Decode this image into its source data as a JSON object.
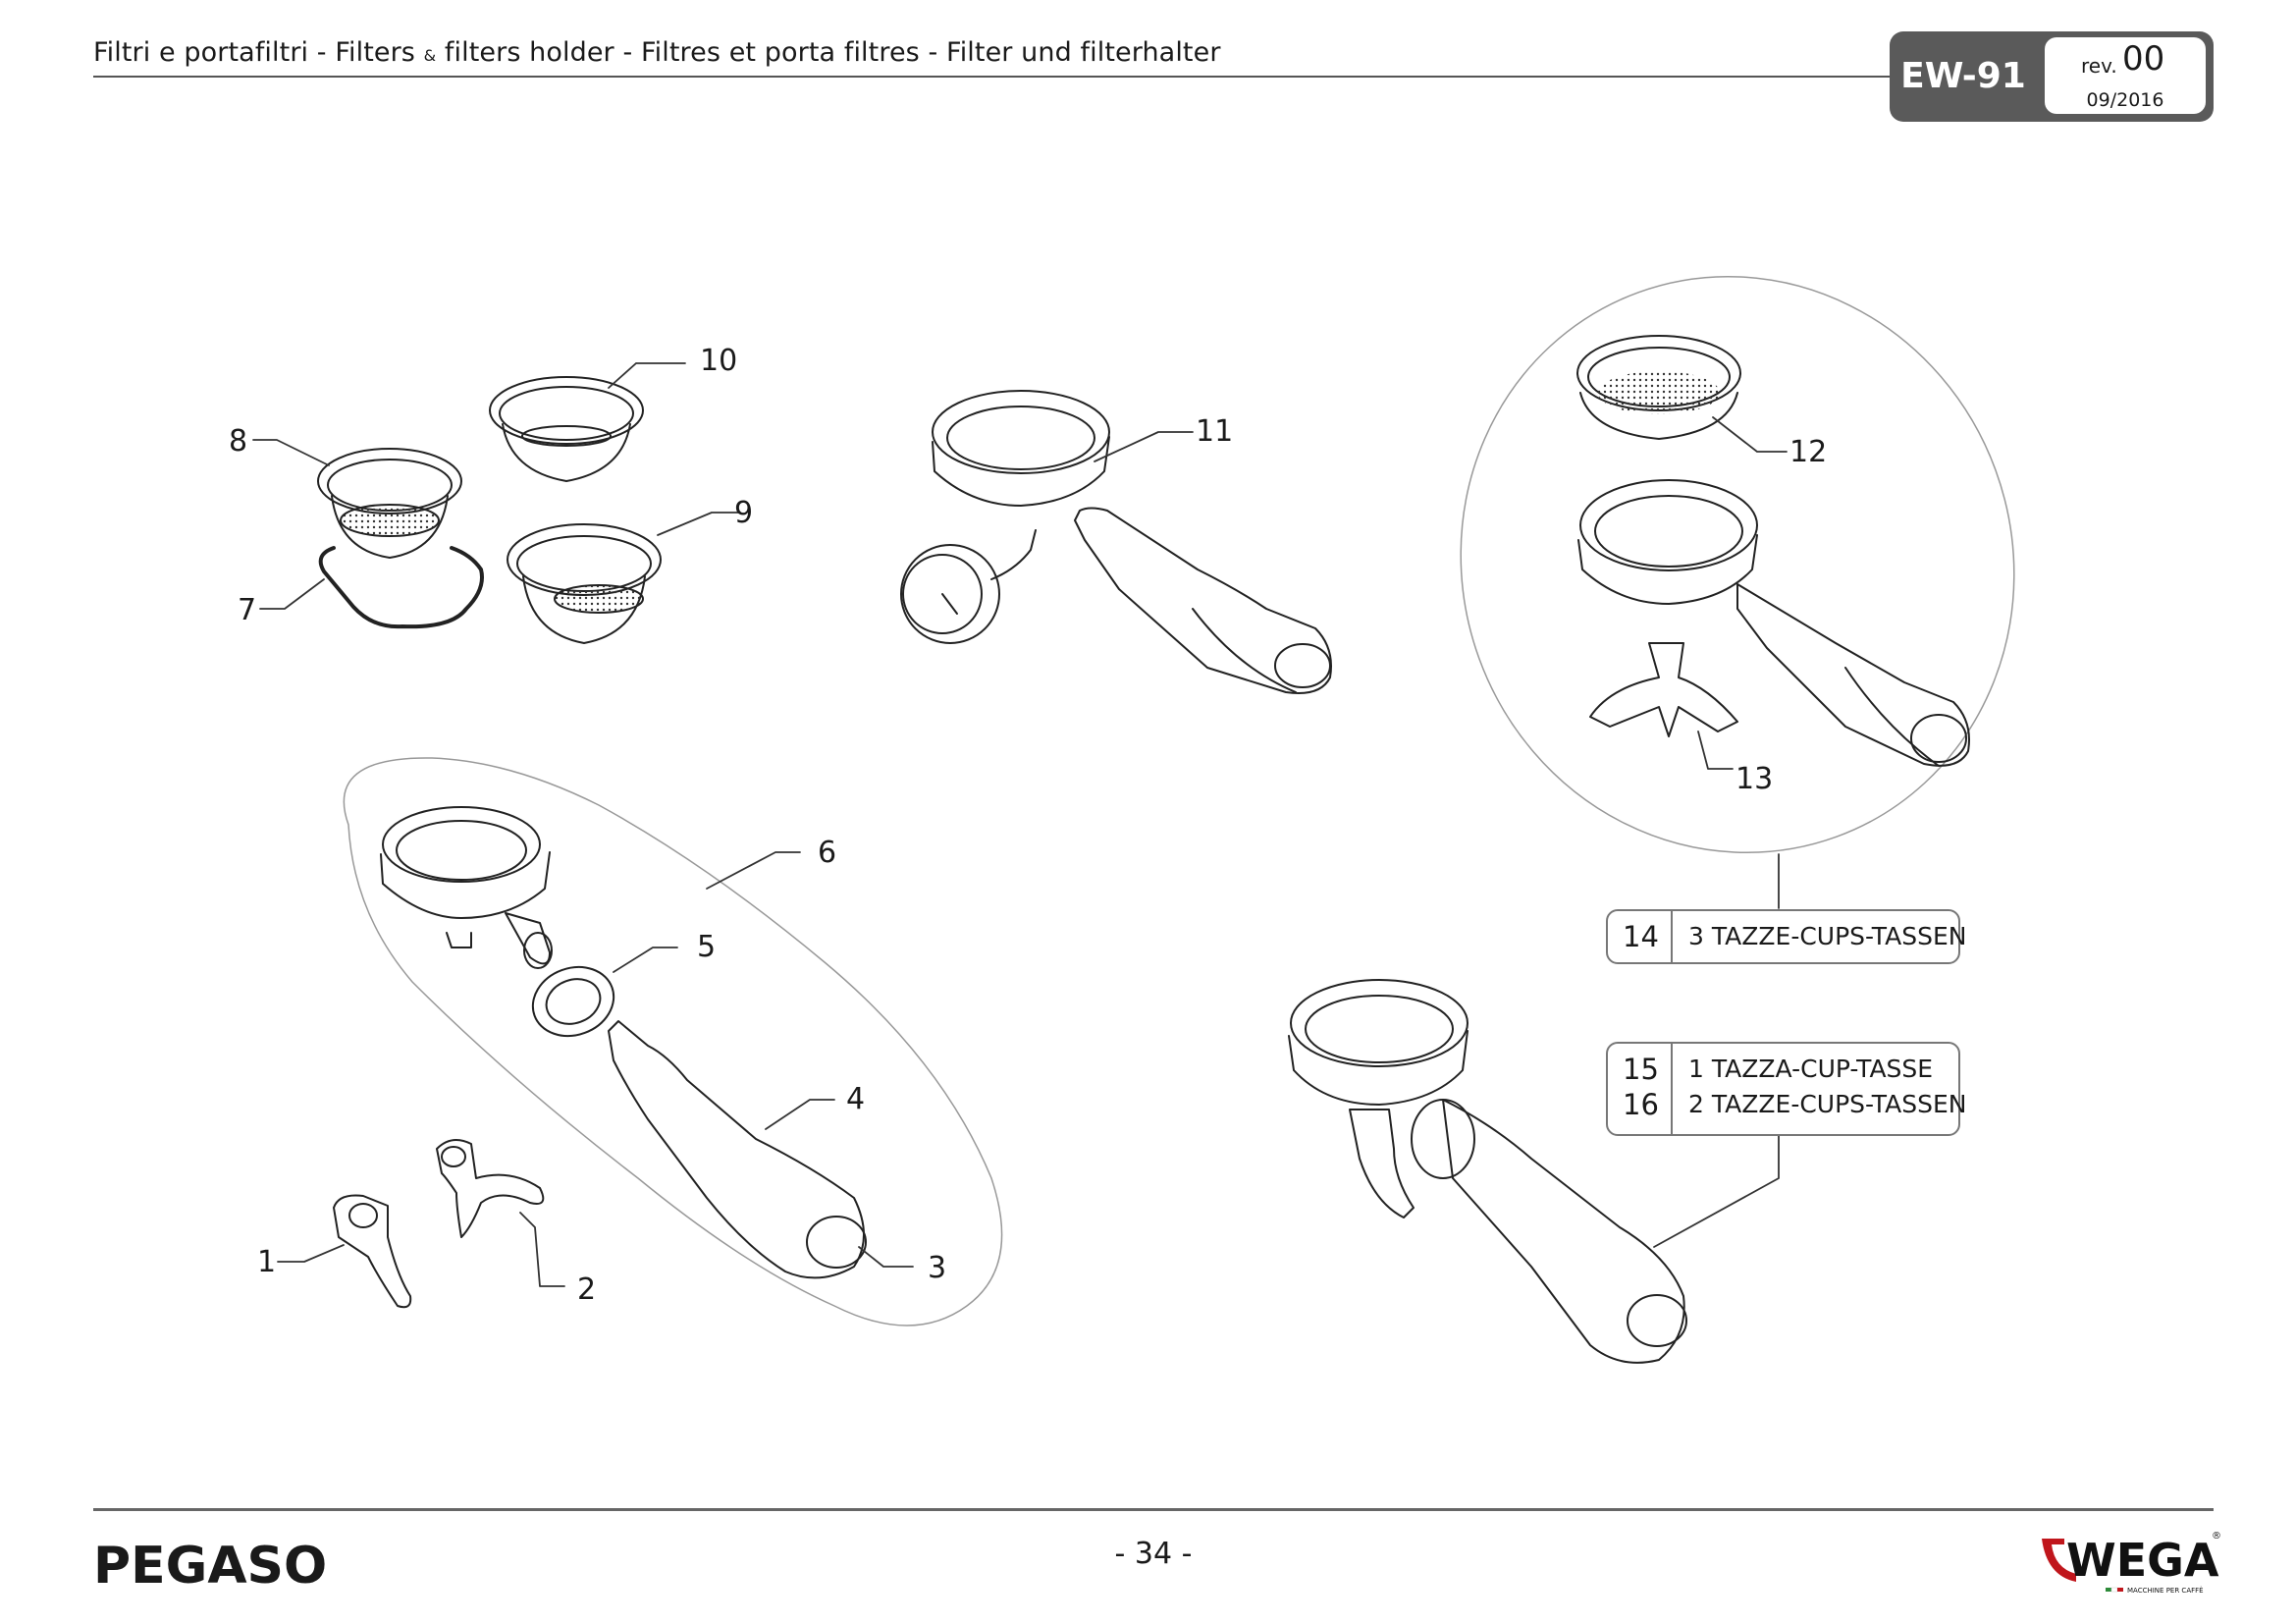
{
  "header": {
    "title_part1": "Filtri e portafiltri  -  Filters",
    "title_amp": "&",
    "title_part2": "filters holder  -   Filtres et porta filtres  -  Filter und filterhalter",
    "code": "EW-91",
    "rev_prefix": "rev.",
    "rev_number": "00",
    "rev_date": "09/2016"
  },
  "callouts": [
    "1",
    "2",
    "3",
    "4",
    "5",
    "6",
    "7",
    "8",
    "9",
    "10",
    "11",
    "12",
    "13"
  ],
  "variants": [
    {
      "numbers": [
        "14"
      ],
      "labels": [
        "3 TAZZE-CUPS-TASSEN"
      ]
    },
    {
      "numbers": [
        "15",
        "16"
      ],
      "labels": [
        "1 TAZZA-CUP-TASSE",
        "2 TAZZE-CUPS-TASSEN"
      ]
    }
  ],
  "footer": {
    "model": "PEGASO",
    "page_number": "- 34 -",
    "brand": "WEGA",
    "brand_tagline": "MACCHINE PER CAFFÈ"
  }
}
